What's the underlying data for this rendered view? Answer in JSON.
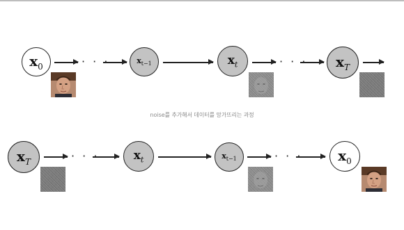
{
  "forward": {
    "nodes": [
      {
        "base": "x",
        "sub": "0",
        "shade": "white",
        "size": "large"
      },
      {
        "base": "x",
        "sub": "t−1",
        "shade": "gray",
        "size": "small"
      },
      {
        "base": "x",
        "sub": "t",
        "shade": "gray",
        "size": "normal"
      },
      {
        "base": "x",
        "sub": "T",
        "shade": "gray",
        "size": "large"
      }
    ],
    "ellipsis": "· · ·"
  },
  "caption": "noise를 추가해서 데이터를 망가뜨리는 과정",
  "reverse": {
    "nodes": [
      {
        "base": "x",
        "sub": "T",
        "shade": "gray",
        "size": "large"
      },
      {
        "base": "x",
        "sub": "t",
        "shade": "gray",
        "size": "normal"
      },
      {
        "base": "x",
        "sub": "t−1",
        "shade": "gray",
        "size": "small"
      },
      {
        "base": "x",
        "sub": "0",
        "shade": "white",
        "size": "large"
      }
    ],
    "ellipsis": "· · ·"
  },
  "colors": {
    "node_gray": "#c3c3c3",
    "node_white": "#ffffff",
    "stroke": "#222222",
    "caption": "#8a8a8a",
    "noise": "#8a8a8a"
  },
  "icons": [
    "face-photo",
    "noisy-face-photo",
    "pure-noise-image"
  ]
}
